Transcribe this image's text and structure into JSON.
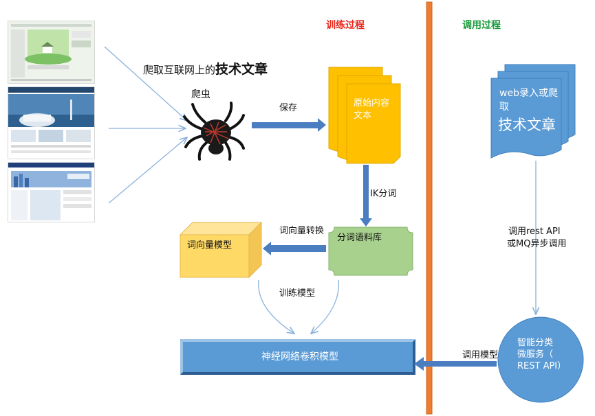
{
  "headers": {
    "training": "训练过程",
    "invocation": "调用过程"
  },
  "crawl": {
    "caption_prefix": "爬取互联网上的",
    "caption_emphasis": "技术文章",
    "spider_label": "爬虫"
  },
  "flow": {
    "save_label": "保存",
    "raw_docs_label": "原始内容文本",
    "ik_label": "IK分词",
    "corpus_label": "分词语料库",
    "vector_convert_label": "词向量转换",
    "vector_model_label": "词向量模型",
    "train_label": "训练模型",
    "cnn_label": "神经网络卷积模型"
  },
  "invoke": {
    "web_doc_line1": "web录入或爬取",
    "web_doc_line2": "技术文章",
    "call_label_line1": "调用rest API",
    "call_label_line2": "或MQ异步调用",
    "service_line1": "智能分类",
    "service_line2": "微服务（",
    "service_line3": "REST API）",
    "call_model_label": "调用模型"
  },
  "colors": {
    "header_training": "#e8271c",
    "header_invocation": "#1a9a3a",
    "divider": "#ee7d31",
    "arrow_blue": "#4a7ec0",
    "doc_yellow": "#ffc000",
    "corpus_green": "#a8d18d",
    "cube_yellow": "#ffd966",
    "cnn_blue": "#5b9bd5",
    "service_blue": "#5b9bd5"
  }
}
